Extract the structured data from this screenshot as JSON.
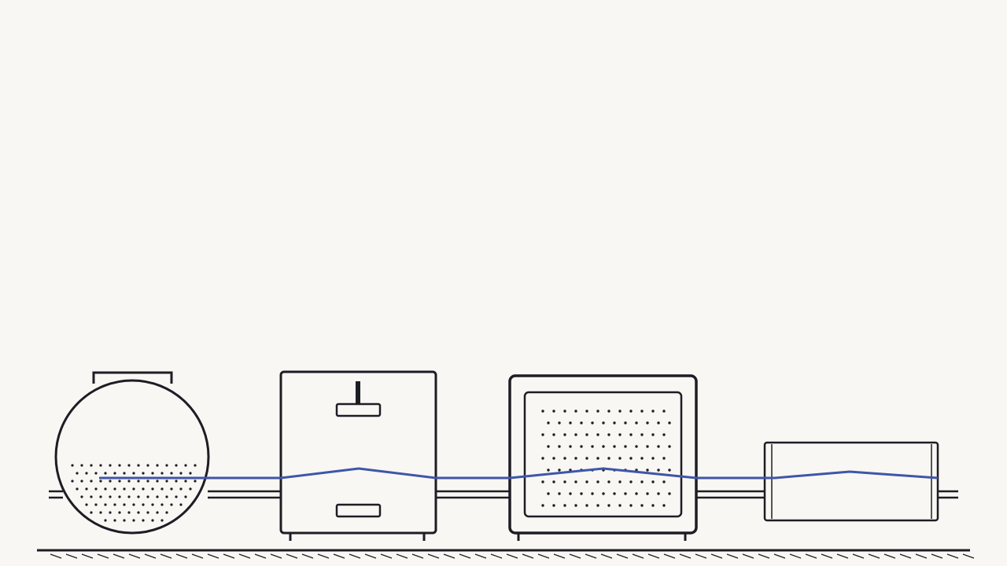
{
  "colors": {
    "background": "#f8f7f4",
    "ink": "#1d1d24",
    "water_line": "#3f56a8"
  },
  "diagram": {
    "elements": [
      {
        "kind": "spherical-tank",
        "icon": "tank-icon",
        "fill_pattern": "dots"
      },
      {
        "kind": "cabinet-filter",
        "icon": "cabinet-icon"
      },
      {
        "kind": "media-filter",
        "icon": "media-filter-icon",
        "fill_pattern": "dots"
      },
      {
        "kind": "cylinder-housing",
        "icon": "cylinder-icon"
      }
    ],
    "piping": "double-line",
    "ground": "hatched"
  }
}
